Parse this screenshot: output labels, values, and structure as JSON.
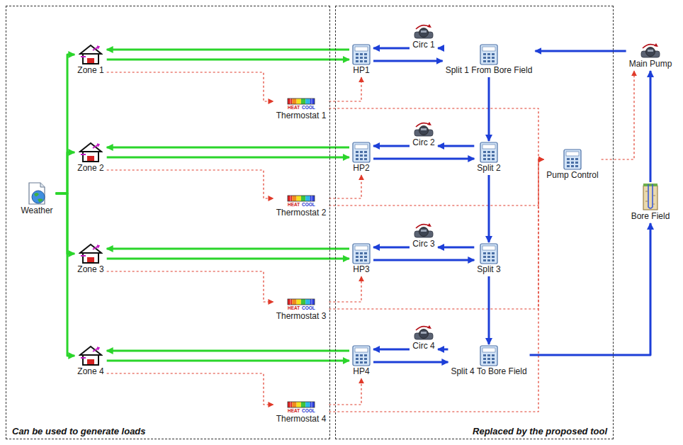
{
  "diagram": {
    "nodes": [
      {
        "text": [
          "Can be used to generate loads"
        ]
      },
      {
        "text": [
          "Replaced by the proposed tool"
        ]
      },
      {
        "text": [
          "Weather"
        ],
        "in": 0
      },
      {
        "text": [
          "Zone 1"
        ],
        "in": 0
      },
      {
        "text": [
          "Thermostat 1"
        ],
        "in": 0
      },
      {
        "text": [
          "Zone 2"
        ],
        "in": 0
      },
      {
        "text": [
          "Thermostat 2"
        ],
        "in": 0
      },
      {
        "text": [
          "Zone 3"
        ],
        "in": 0
      },
      {
        "text": [
          "Thermostat 3"
        ],
        "in": 0
      },
      {
        "text": [
          "Zone 4"
        ],
        "in": 0
      },
      {
        "text": [
          "Thermostat 4"
        ],
        "in": 0
      },
      {
        "text": [
          "Circ 1"
        ],
        "in": 1
      },
      {
        "text": [
          "HP1"
        ],
        "in": 1
      },
      {
        "text": [
          "Split 1 From Bore Field"
        ],
        "in": 1
      },
      {
        "text": [
          "Circ 2"
        ],
        "in": 1
      },
      {
        "text": [
          "HP2"
        ],
        "in": 1
      },
      {
        "text": [
          "Split 2"
        ],
        "in": 1
      },
      {
        "text": [
          "Pump Control"
        ],
        "in": 1
      },
      {
        "text": [
          "Circ 3"
        ],
        "in": 1
      },
      {
        "text": [
          "HP3"
        ],
        "in": 1
      },
      {
        "text": [
          "Split 3"
        ],
        "in": 1
      },
      {
        "text": [
          "Circ 4"
        ],
        "in": 1
      },
      {
        "text": [
          "HP4"
        ],
        "in": 1
      },
      {
        "text": [
          "Split 4 To Bore Field"
        ],
        "in": 1
      },
      {
        "text": [
          "Main Pump"
        ]
      },
      {
        "text": [
          "Bore Field"
        ]
      }
    ],
    "edges": [
      {
        "from": 2,
        "to": 3,
        "arrow": "to"
      },
      {
        "from": 12,
        "to": 3,
        "arrow": "to"
      },
      {
        "from": 3,
        "to": 12,
        "arrow": "to"
      },
      {
        "from": 3,
        "to": 4,
        "arrow": "to"
      },
      {
        "from": 4,
        "to": 12,
        "arrow": "to"
      },
      {
        "from": 4,
        "to": 17,
        "arrow": "to"
      },
      {
        "from": 13,
        "to": 11,
        "arrow": "to"
      },
      {
        "from": 11,
        "to": 12,
        "arrow": "to"
      },
      {
        "from": 12,
        "to": 13,
        "arrow": "to"
      },
      {
        "from": 2,
        "to": 5,
        "arrow": "to"
      },
      {
        "from": 15,
        "to": 5,
        "arrow": "to"
      },
      {
        "from": 5,
        "to": 15,
        "arrow": "to"
      },
      {
        "from": 5,
        "to": 6,
        "arrow": "to"
      },
      {
        "from": 6,
        "to": 15,
        "arrow": "to"
      },
      {
        "from": 6,
        "to": 17,
        "arrow": "to"
      },
      {
        "from": 16,
        "to": 14,
        "arrow": "to"
      },
      {
        "from": 14,
        "to": 15,
        "arrow": "to"
      },
      {
        "from": 15,
        "to": 16,
        "arrow": "to"
      },
      {
        "from": 2,
        "to": 7,
        "arrow": "to"
      },
      {
        "from": 19,
        "to": 7,
        "arrow": "to"
      },
      {
        "from": 7,
        "to": 19,
        "arrow": "to"
      },
      {
        "from": 7,
        "to": 8,
        "arrow": "to"
      },
      {
        "from": 8,
        "to": 19,
        "arrow": "to"
      },
      {
        "from": 8,
        "to": 17,
        "arrow": "to"
      },
      {
        "from": 20,
        "to": 18,
        "arrow": "to"
      },
      {
        "from": 18,
        "to": 19,
        "arrow": "to"
      },
      {
        "from": 19,
        "to": 20,
        "arrow": "to"
      },
      {
        "from": 2,
        "to": 9,
        "arrow": "to"
      },
      {
        "from": 22,
        "to": 9,
        "arrow": "to"
      },
      {
        "from": 9,
        "to": 22,
        "arrow": "to"
      },
      {
        "from": 9,
        "to": 10,
        "arrow": "to"
      },
      {
        "from": 10,
        "to": 22,
        "arrow": "to"
      },
      {
        "from": 10,
        "to": 17,
        "arrow": "to"
      },
      {
        "from": 23,
        "to": 21,
        "arrow": "to"
      },
      {
        "from": 21,
        "to": 22,
        "arrow": "to"
      },
      {
        "from": 22,
        "to": 23,
        "arrow": "to"
      },
      {
        "from": 13,
        "to": 16,
        "arrow": "to"
      },
      {
        "from": 16,
        "to": 20,
        "arrow": "to"
      },
      {
        "from": 20,
        "to": 23,
        "arrow": "to"
      },
      {
        "from": 24,
        "to": 13,
        "arrow": "to"
      },
      {
        "from": 23,
        "to": 25,
        "arrow": "to"
      },
      {
        "from": 25,
        "to": 24,
        "arrow": "to"
      },
      {
        "from": 17,
        "to": 24,
        "arrow": "to"
      }
    ],
    "labels": [
      "HEAT",
      "COOL",
      "HEAT",
      "COOL",
      "HEAT",
      "COOL",
      "HEAT",
      "COOL"
    ]
  }
}
